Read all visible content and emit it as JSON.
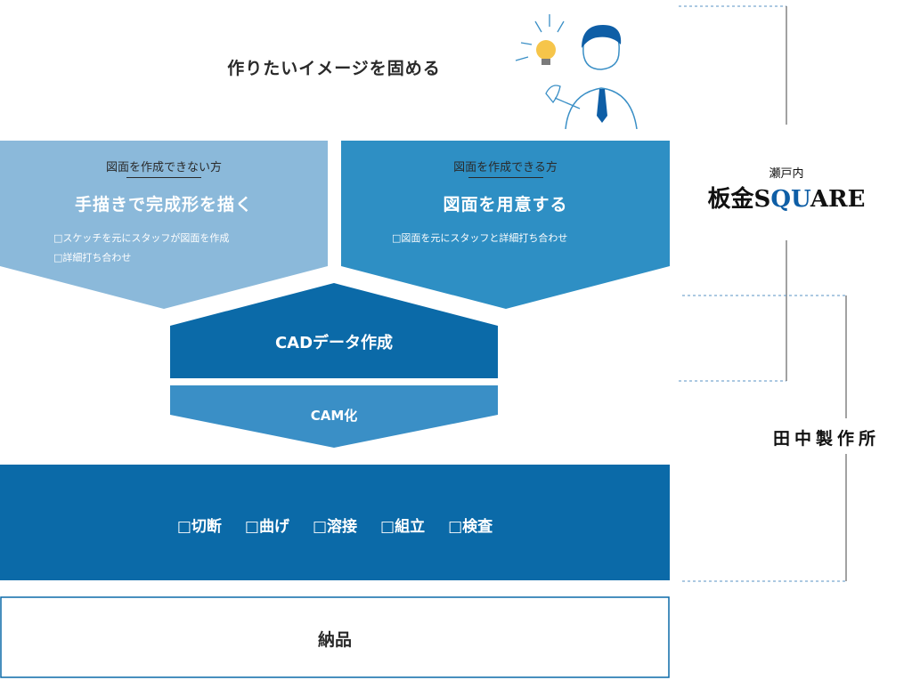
{
  "stage1": {
    "title": "作りたいイメージを固める"
  },
  "panel_left": {
    "caption": "図面を作成できない方",
    "headline": "手描きで完成形を描く",
    "notes": [
      "□スケッチを元にスタッフが図面を作成",
      "□詳細打ち合わせ"
    ]
  },
  "panel_right": {
    "caption": "図面を作成できる方",
    "headline": "図面を用意する",
    "notes": [
      "□図面を元にスタッフと詳細打ち合わせ"
    ]
  },
  "cad": {
    "label": "CADデータ作成"
  },
  "cam": {
    "label": "CAM化"
  },
  "processes": {
    "items": [
      "□切断",
      "□曲げ",
      "□溶接",
      "□組立",
      "□検査"
    ]
  },
  "delivery": {
    "label": "納品"
  },
  "brand": {
    "small": "瀬戸内",
    "name_prefix": "板金S",
    "name_accent": "QU",
    "name_suffix": "ARE"
  },
  "company": {
    "name": "田中製作所"
  },
  "colors": {
    "light_blue": "#8bb9da",
    "mid_blue": "#2e8fc4",
    "dark_blue": "#0b6aa8",
    "cam_blue": "#3a8fc6",
    "process_blue": "#0b6aa8",
    "accent": "#0e5ea6"
  },
  "icons": {
    "illustration": "person-with-lightbulb-icon"
  }
}
